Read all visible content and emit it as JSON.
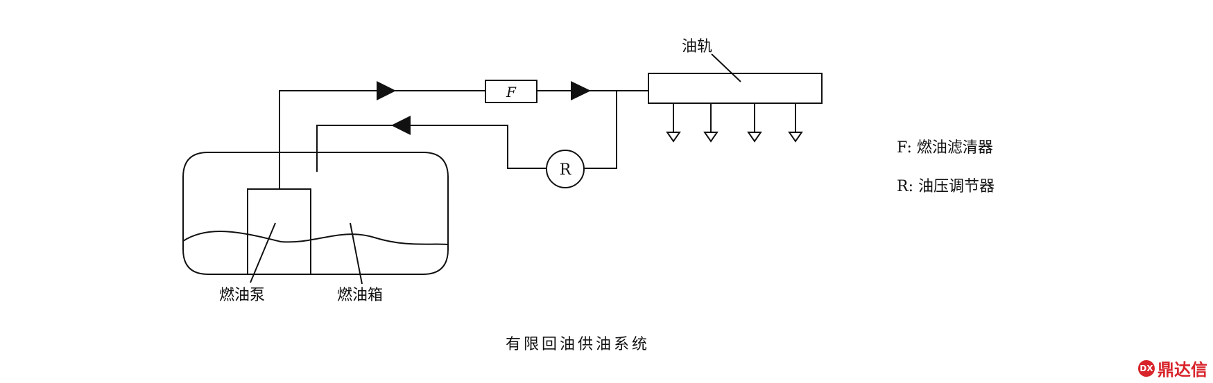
{
  "labels": {
    "filter_box": "F",
    "rail": "油轨",
    "regulator": "R",
    "legend_f": "F: 燃油滤清器",
    "legend_r": "R: 油压调节器",
    "pump": "燃油泵",
    "tank": "燃油箱",
    "caption": "有限回油供油系统"
  },
  "watermark": {
    "logo": "DX",
    "text": "鼎达信",
    "color": "#d8232a"
  }
}
